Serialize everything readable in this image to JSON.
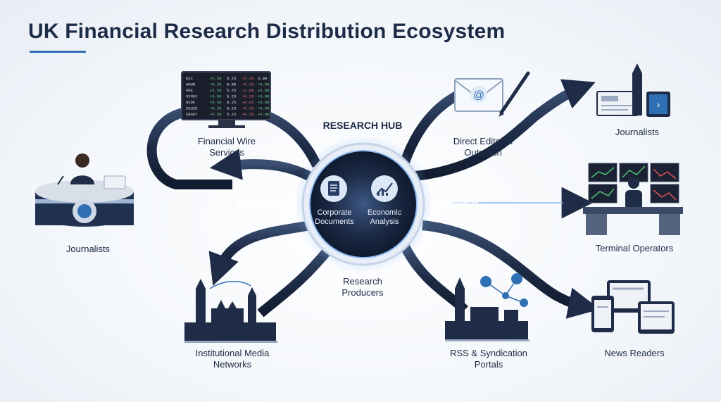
{
  "title": "UK Financial Research Distribution Ecosystem",
  "hub": {
    "title": "RESEARCH HUB",
    "left_item": "Corporate\nDocuments",
    "right_item": "Economic\nAnalysis",
    "producer": "Research\nProducers"
  },
  "pathways": {
    "left": "Pathways",
    "right": "Pathways"
  },
  "nodes": {
    "financial_wire": "Financial Wire\nServices",
    "direct_editorial": "Direct Editorial\nOutreach",
    "journalists_left": "Journalists",
    "journalists_right": "Journalists",
    "terminal_operators": "Terminal Operators",
    "institutional_media": "Institutional Media\nNetworks",
    "rss": "RSS & Syndication\nPortals",
    "news_readers": "News Readers"
  },
  "ticker": {
    "rows": [
      [
        "NSC",
        "+5.50",
        "5.25",
        "+5.35",
        "5.00"
      ],
      [
        "WHWN",
        "+0.20",
        "0.80",
        "+0.33",
        "+5.05"
      ],
      [
        "ONE",
        "+5.50",
        "5.25",
        "+1.00",
        "+5.00"
      ],
      [
        "SVNSC",
        "+5.50",
        "5.23",
        "+0.10",
        "+5.00"
      ],
      [
        "NSDE",
        "+5.50",
        "0.25",
        "+0.05",
        "+5.00"
      ],
      [
        "SDUZE",
        "+0.20",
        "5.23",
        "+0.35",
        "+5.00"
      ],
      [
        "SBGDY",
        "+5.50",
        "5.23",
        "+0.35",
        "+5.00"
      ]
    ]
  },
  "colors": {
    "dark": "#1e2c47",
    "accent": "#2f6fb3",
    "glow": "#7fb6ff"
  }
}
